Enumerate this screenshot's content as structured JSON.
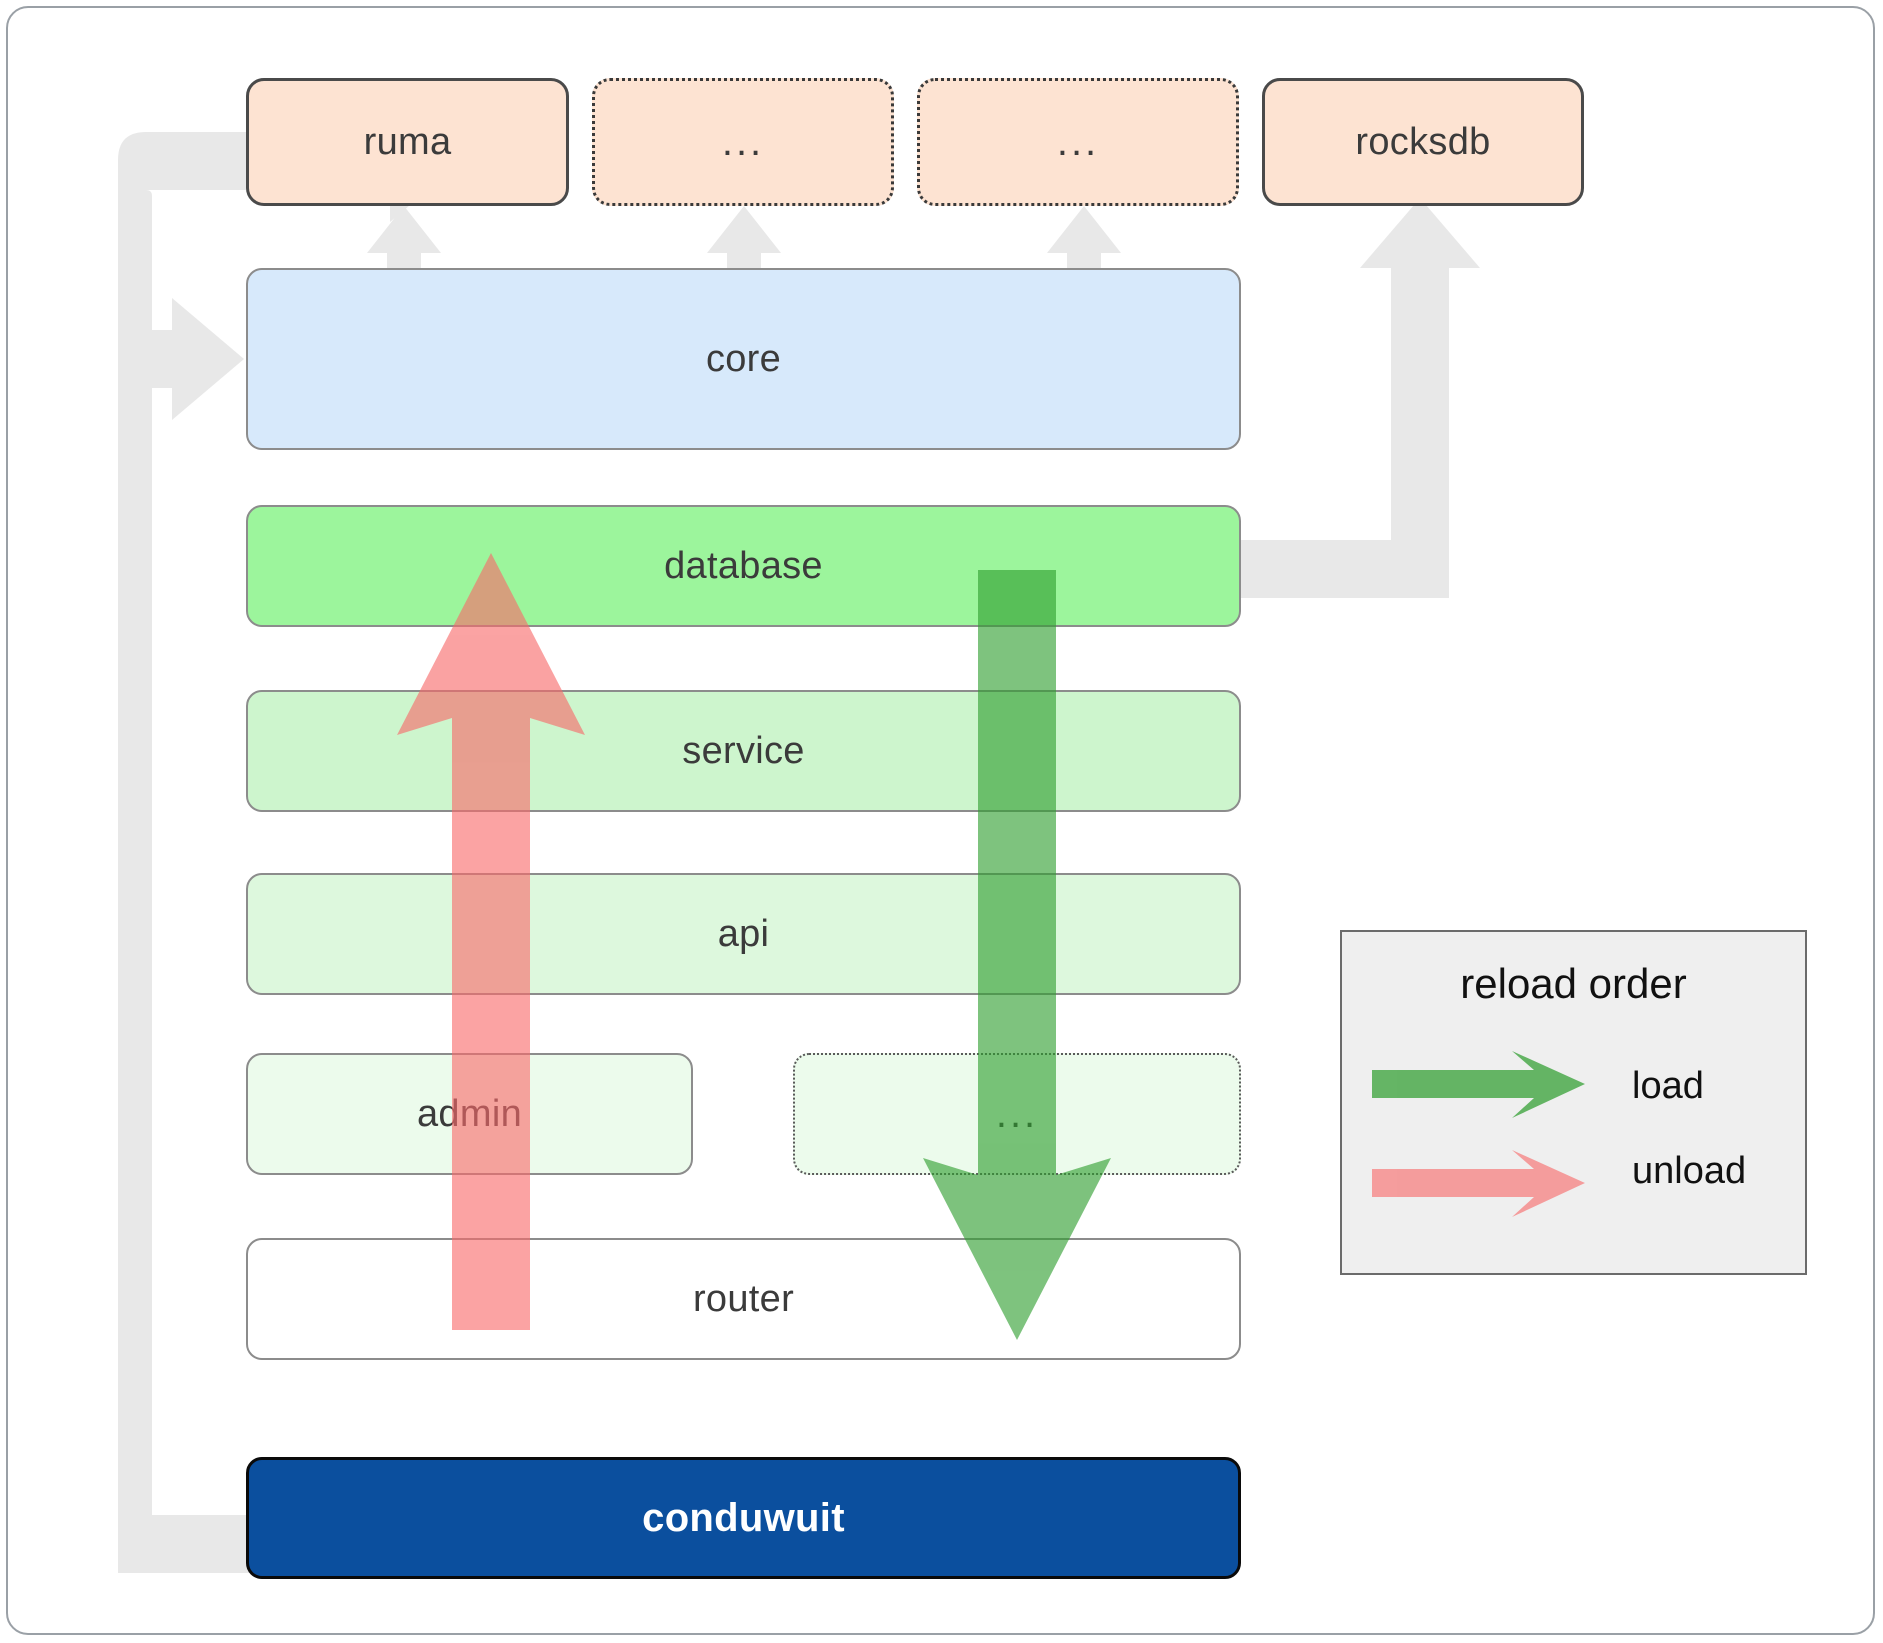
{
  "diagram": {
    "title": "conduwuit crate dependency / reload order diagram",
    "colors": {
      "dependency_fill": "#fde3d2",
      "core_fill": "#d7e9fb",
      "database_fill": "#9cf59c",
      "service_fill": "#cdf5cd",
      "api_fill": "#ddf8dd",
      "admin_fill": "#ecfbec",
      "router_fill": "#ffffff",
      "app_fill": "#0b4f9e",
      "connector_grey": "#e8e8e8",
      "load_green": "#3fa33f",
      "unload_red": "#fa8282",
      "legend_bg": "#efefef"
    }
  },
  "dependencies": [
    {
      "id": "ruma",
      "label": "ruma",
      "border": "solid"
    },
    {
      "id": "dots1",
      "label": "...",
      "border": "dotted"
    },
    {
      "id": "dots2",
      "label": "...",
      "border": "dotted"
    },
    {
      "id": "rocksdb",
      "label": "rocksdb",
      "border": "solid"
    }
  ],
  "crates": [
    {
      "id": "core",
      "label": "core"
    },
    {
      "id": "database",
      "label": "database"
    },
    {
      "id": "service",
      "label": "service"
    },
    {
      "id": "api",
      "label": "api"
    },
    {
      "id": "admin",
      "label": "admin"
    },
    {
      "id": "dots3",
      "label": "..."
    },
    {
      "id": "router",
      "label": "router"
    }
  ],
  "app": {
    "label": "conduwuit"
  },
  "legend": {
    "title": "reload order",
    "items": [
      {
        "id": "load",
        "label": "load",
        "color": "#3fa33f"
      },
      {
        "id": "unload",
        "label": "unload",
        "color": "#fa8282"
      }
    ]
  }
}
